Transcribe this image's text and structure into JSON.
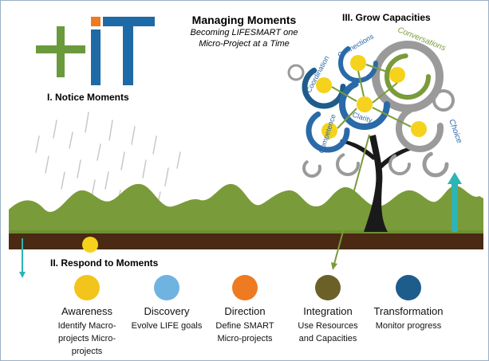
{
  "header": {
    "title": "Managing Moments",
    "subtitle_line1": "Becoming LIFESMART one",
    "subtitle_line2": "Micro-Project at a Time"
  },
  "sections": {
    "notice": "I. Notice Moments",
    "respond": "II. Respond to Moments",
    "grow": "III. Grow Capacities"
  },
  "steps": [
    {
      "name": "Awareness",
      "desc_line1": "Identify Macro-",
      "desc_line2": "projects Micro-",
      "desc_line3": "projects",
      "color": "#f2c41c"
    },
    {
      "name": "Discovery",
      "desc_line1": "Evolve LIFE goals",
      "desc_line2": "",
      "desc_line3": "",
      "color": "#6fb3e0"
    },
    {
      "name": "Direction",
      "desc_line1": "Define SMART",
      "desc_line2": "Micro-projects",
      "desc_line3": "",
      "color": "#ee7a22"
    },
    {
      "name": "Integration",
      "desc_line1": "Use Resources",
      "desc_line2": "and Capacities",
      "desc_line3": "",
      "color": "#6b6027"
    },
    {
      "name": "Transformation",
      "desc_line1": "Monitor progress",
      "desc_line2": "",
      "desc_line3": "",
      "color": "#1e5c8c"
    }
  ],
  "tree_labels": {
    "conversations": "Conversations",
    "connections": "Connections",
    "coordination": "Coordination",
    "clarity": "Clarity",
    "competence": "Competence",
    "choice": "Choice"
  },
  "colors": {
    "hills": "#7a9b3a",
    "soil": "#4a2a12",
    "logo_green": "#6a9a3c",
    "logo_blue": "#1e6aa6",
    "logo_orange": "#f07a22",
    "teal": "#2db4b4",
    "yellow": "#f5d21c"
  }
}
